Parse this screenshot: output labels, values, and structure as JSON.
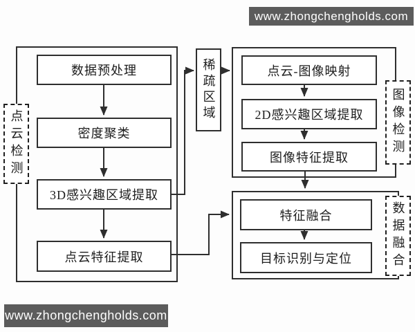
{
  "watermarks": {
    "top": "www.zhongchengholds.com",
    "bottom": "www.zhongchengholds.com"
  },
  "colors": {
    "banner_bg": "#5c5c5c",
    "banner_text": "#ffffff",
    "line": "#2e2e2e",
    "background": "#fdfdfd"
  },
  "diagram": {
    "point_cloud_branch": {
      "group_label": "点云检测",
      "steps": [
        "数据预处理",
        "密度聚类",
        "3D感兴趣区域提取",
        "点云特征提取"
      ]
    },
    "sparse_region_label": "稀疏区域",
    "image_branch": {
      "group_label": "图像检测",
      "steps": [
        "点云-图像映射",
        "2D感兴趣区域提取",
        "图像特征提取"
      ]
    },
    "fusion_branch": {
      "group_label": "数据融合",
      "steps": [
        "特征融合",
        "目标识别与定位"
      ]
    }
  }
}
